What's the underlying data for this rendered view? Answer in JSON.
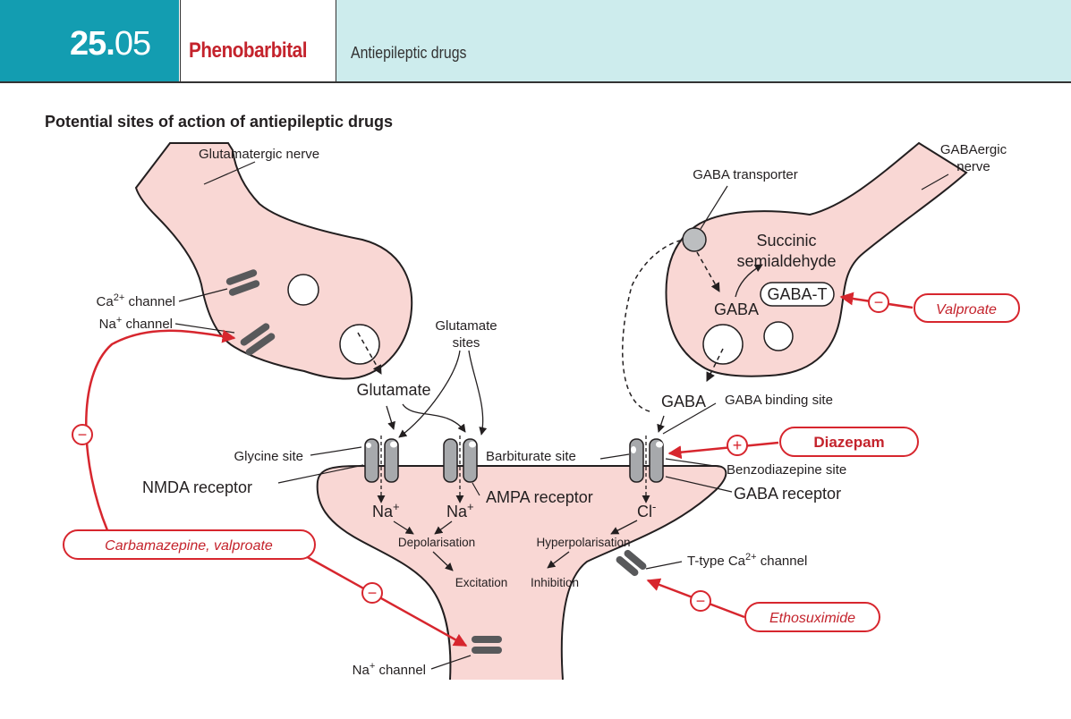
{
  "header": {
    "chapter": "25.",
    "section": "05",
    "drug_name": "Phenobarbital",
    "drug_class": "Antiepileptic drugs",
    "colors": {
      "teal": "#139db1",
      "light_teal": "#cdeced",
      "red": "#c4232c"
    }
  },
  "figure_title": "Potential sites of action of antiepileptic drugs",
  "labels": {
    "glutamatergic_nerve": "Glutamatergic nerve",
    "gabaergic_nerve_1": "GABAergic",
    "gabaergic_nerve_2": "nerve",
    "ca_channel_pre": "Ca",
    "ca_channel_sup": "2+",
    "ca_channel_post": " channel",
    "na_channel_pre": "Na",
    "na_channel_sup": "+",
    "na_channel_post": " channel",
    "glutamate_sites_1": "Glutamate",
    "glutamate_sites_2": "sites",
    "glutamate": "Glutamate",
    "glycine_site": "Glycine site",
    "nmda_receptor": "NMDA receptor",
    "ampa_receptor": "AMPA receptor",
    "barbiturate_site": "Barbiturate site",
    "gaba_transporter": "GABA transporter",
    "succinic_1": "Succinic",
    "succinic_2": "semialdehyde",
    "gaba_t": "GABA-T",
    "gaba_top": "GABA",
    "gaba_mid": "GABA",
    "gaba_binding_site": "GABA binding site",
    "benzodiazepine_site": "Benzodiazepine site",
    "gaba_receptor": "GABA receptor",
    "na_ion_1": "Na",
    "na_ion_2": "Na",
    "na_ion_sup": "+",
    "cl_ion": "Cl",
    "cl_ion_sup": "-",
    "depolarisation": "Depolarisation",
    "hyperpolarisation": "Hyperpolarisation",
    "excitation": "Excitation",
    "inhibition": "Inhibition",
    "t_type_pre": "T-type Ca",
    "t_type_sup": "2+",
    "t_type_post": " channel",
    "na_channel_bottom_pre": "Na",
    "na_channel_bottom_sup": "+",
    "na_channel_bottom_post": " channel"
  },
  "drugs": {
    "valproate": "Valproate",
    "diazepam": "Diazepam",
    "carbamazepine_valproate": "Carbamazepine, valproate",
    "ethosuximide": "Ethosuximide"
  },
  "signs": {
    "minus": "−",
    "plus": "+"
  }
}
